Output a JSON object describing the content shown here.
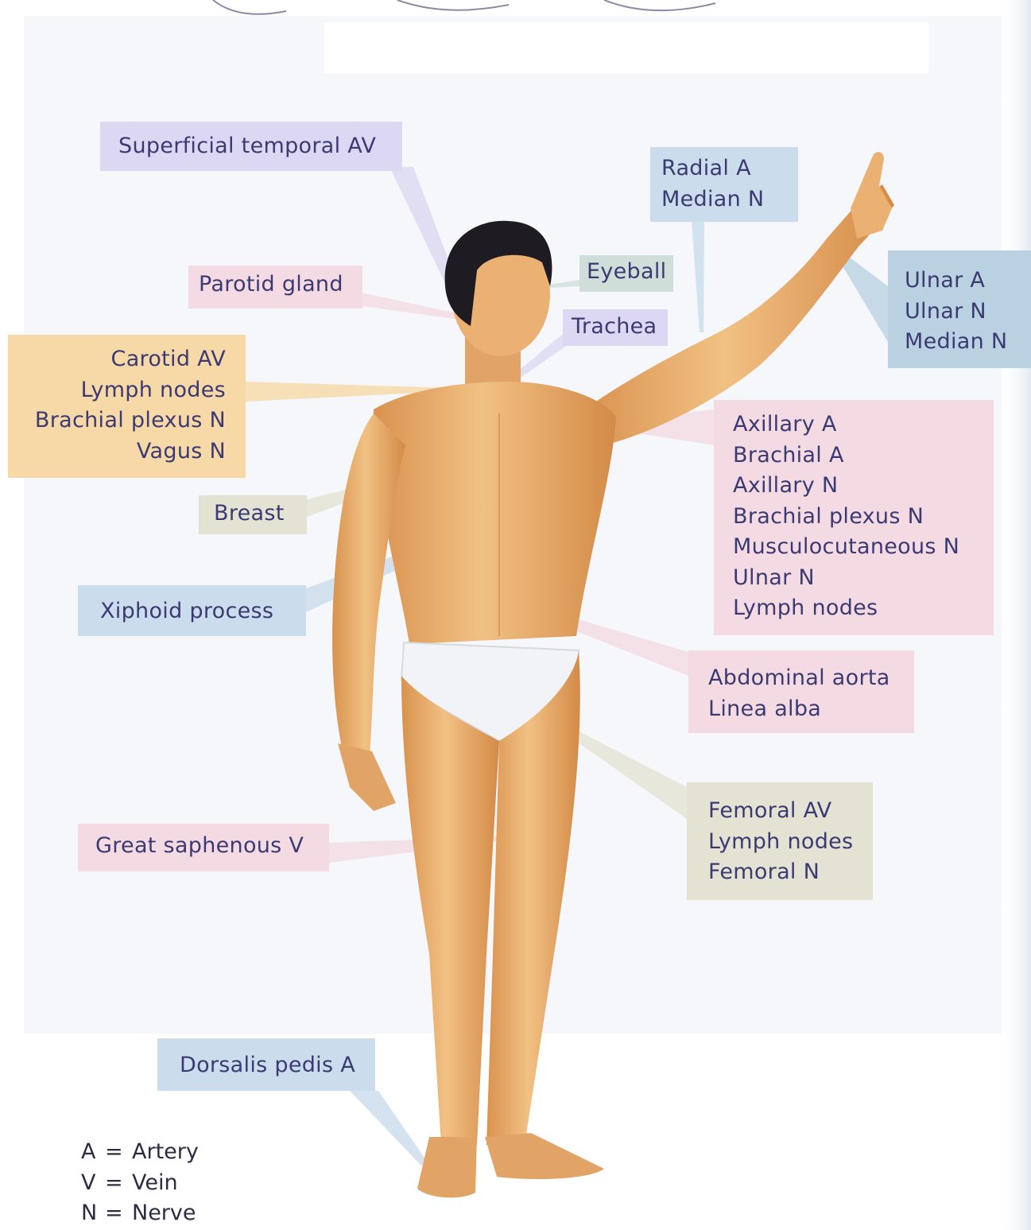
{
  "labels": {
    "superficial_temporal": [
      "Superficial temporal AV"
    ],
    "radial": [
      "Radial A",
      "Median N"
    ],
    "parotid": [
      "Parotid gland"
    ],
    "eyeball": [
      "Eyeball"
    ],
    "trachea": [
      "Trachea"
    ],
    "ulnar": [
      "Ulnar A",
      "Ulnar N",
      "Median N"
    ],
    "carotid": [
      "Carotid AV",
      "Lymph nodes",
      "Brachial plexus N",
      "Vagus N"
    ],
    "axillary": [
      "Axillary A",
      "Brachial A",
      "Axillary N",
      "Brachial plexus N",
      "Musculocutaneous N",
      "Ulnar N",
      "Lymph nodes"
    ],
    "breast": [
      "Breast"
    ],
    "xiphoid": [
      "Xiphoid process"
    ],
    "abdominal": [
      "Abdominal aorta",
      "Linea alba"
    ],
    "femoral": [
      "Femoral AV",
      "Lymph nodes",
      "Femoral N"
    ],
    "saphenous": [
      "Great saphenous V"
    ],
    "dorsalis": [
      "Dorsalis pedis A"
    ]
  },
  "legend": [
    {
      "key": "A",
      "eq": "=",
      "value": "Artery"
    },
    {
      "key": "V",
      "eq": "=",
      "value": "Vein"
    },
    {
      "key": "N",
      "eq": "=",
      "value": "Nerve"
    }
  ],
  "colors": {
    "lavender": "#dcd8f3",
    "pink": "#f4dbe3",
    "green": "#cfded8",
    "blue": "#cbdcec",
    "teal": "#b9d1e1",
    "orange": "#f7d8a7",
    "beige": "#e4e3d3",
    "skin": "#eab173",
    "text": "#3b3a72"
  }
}
